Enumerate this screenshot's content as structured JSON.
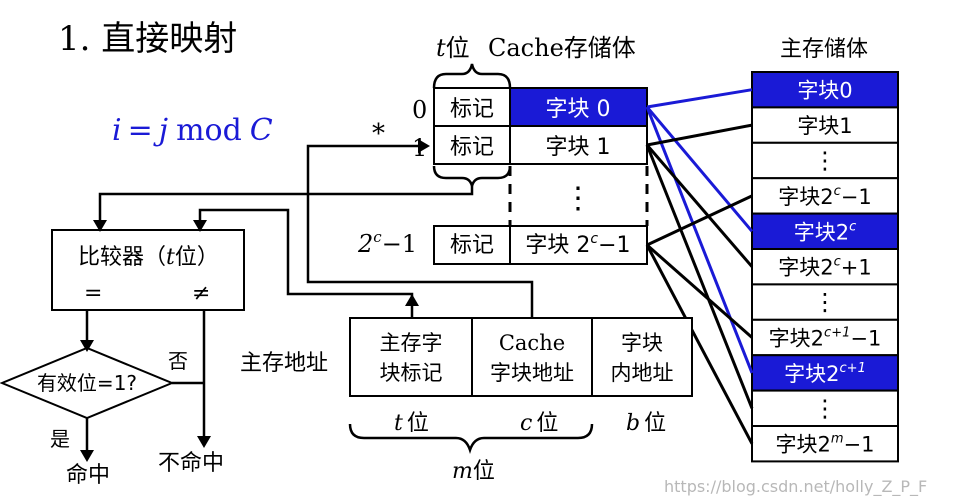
{
  "title": "1. 直接映射",
  "formula": {
    "i": "i",
    "eq": "=",
    "j": "j",
    "mod": "mod",
    "C": "C",
    "color": "#1a1ad6"
  },
  "cache": {
    "header_t": "t",
    "header_wei": "位",
    "header_title": "Cache存储体",
    "row_labels": [
      "0",
      "1",
      "2",
      "c",
      "−1"
    ],
    "tag_label": "标记",
    "blocks": [
      "字块 0",
      "字块 1",
      "字块 2",
      "c",
      "−1"
    ],
    "dots": "⋮",
    "star": "*"
  },
  "main_memory": {
    "title": "主存储体",
    "blocks": [
      {
        "base": "字块0",
        "sup": "",
        "tail": "",
        "highlight": true
      },
      {
        "base": "字块1",
        "sup": "",
        "tail": "",
        "highlight": false
      },
      {
        "base": "⋮",
        "sup": "",
        "tail": "",
        "highlight": false
      },
      {
        "base": "字块2",
        "sup": "c",
        "tail": "−1",
        "highlight": false
      },
      {
        "base": "字块2",
        "sup": "c",
        "tail": "",
        "highlight": true
      },
      {
        "base": "字块2",
        "sup": "c",
        "tail": "+1",
        "highlight": false
      },
      {
        "base": "⋮",
        "sup": "",
        "tail": "",
        "highlight": false
      },
      {
        "base": "字块2",
        "sup": "c+1",
        "tail": "−1",
        "highlight": false
      },
      {
        "base": "字块2",
        "sup": "c+1",
        "tail": "",
        "highlight": true
      },
      {
        "base": "⋮",
        "sup": "",
        "tail": "",
        "highlight": false
      },
      {
        "base": "字块2",
        "sup": "m",
        "tail": "−1",
        "highlight": false
      }
    ]
  },
  "comparator": {
    "label_main": "比较器（",
    "label_t": "t",
    "label_end": "位）",
    "eq": "=",
    "neq": "≠"
  },
  "valid": {
    "label": "有效位=1?",
    "no": "否",
    "yes": "是",
    "hit": "命中",
    "miss": "不命中"
  },
  "address": {
    "label": "主存地址",
    "fields": [
      {
        "line1": "主存字",
        "line2": "块标记"
      },
      {
        "line1": "Cache",
        "line2": "字块地址"
      },
      {
        "line1": "字块",
        "line2": "内地址"
      }
    ],
    "bits": [
      {
        "var": "t",
        "wei": "位"
      },
      {
        "var": "c",
        "wei": "位"
      },
      {
        "var": "b",
        "wei": "位"
      }
    ],
    "m_var": "m",
    "m_wei": "位"
  },
  "watermark": "https://blog.csdn.net/holly_Z_P_F"
}
